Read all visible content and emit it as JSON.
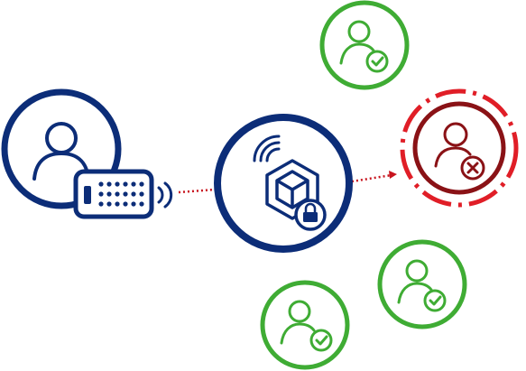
{
  "diagram": {
    "nodes": [
      {
        "id": "user-with-device",
        "icon": "user-icon",
        "status": "source"
      },
      {
        "id": "secure-hub",
        "icon": "secure-cube-icon",
        "status": "hub"
      },
      {
        "id": "user-denied",
        "icon": "user-denied-icon",
        "status": "denied"
      },
      {
        "id": "user-approved-top",
        "icon": "user-approved-icon",
        "status": "approved"
      },
      {
        "id": "user-approved-bottom-right",
        "icon": "user-approved-icon",
        "status": "approved"
      },
      {
        "id": "user-approved-bottom",
        "icon": "user-approved-icon",
        "status": "approved"
      }
    ],
    "connections": [
      {
        "from": "user-with-device",
        "to": "secure-hub",
        "style": "dotted"
      },
      {
        "from": "secure-hub",
        "to": "user-denied",
        "style": "dotted-arrow"
      }
    ],
    "colors": {
      "navy": "#0c2d78",
      "green": "#3fac34",
      "denied_red": "#c8141e",
      "dark_red": "#8a1216",
      "connector_red": "#c8141e",
      "background": "#ffffff"
    }
  }
}
